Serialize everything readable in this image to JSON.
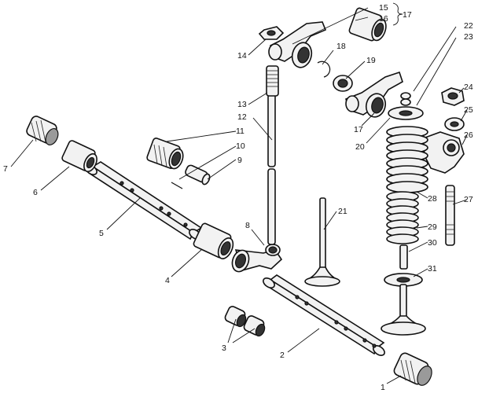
{
  "labels": [
    {
      "id": "1",
      "text": "1"
    },
    {
      "id": "2",
      "text": "2"
    },
    {
      "id": "3",
      "text": "3"
    },
    {
      "id": "4",
      "text": "4"
    },
    {
      "id": "5",
      "text": "5"
    },
    {
      "id": "6",
      "text": "6"
    },
    {
      "id": "7",
      "text": "7"
    },
    {
      "id": "8",
      "text": "8"
    },
    {
      "id": "9",
      "text": "9"
    },
    {
      "id": "10",
      "text": "10"
    },
    {
      "id": "11",
      "text": "11"
    },
    {
      "id": "12",
      "text": "12"
    },
    {
      "id": "13",
      "text": "13"
    },
    {
      "id": "14",
      "text": "14"
    },
    {
      "id": "15",
      "text": "15"
    },
    {
      "id": "16",
      "text": "16"
    },
    {
      "id": "17a",
      "text": "17"
    },
    {
      "id": "17b",
      "text": "17"
    },
    {
      "id": "18",
      "text": "18"
    },
    {
      "id": "19",
      "text": "19"
    },
    {
      "id": "20",
      "text": "20"
    },
    {
      "id": "21",
      "text": "21"
    },
    {
      "id": "22",
      "text": "22"
    },
    {
      "id": "23",
      "text": "23"
    },
    {
      "id": "24",
      "text": "24"
    },
    {
      "id": "25",
      "text": "25"
    },
    {
      "id": "26",
      "text": "26"
    },
    {
      "id": "27",
      "text": "27"
    },
    {
      "id": "28",
      "text": "28"
    },
    {
      "id": "29",
      "text": "29"
    },
    {
      "id": "30",
      "text": "30"
    },
    {
      "id": "31",
      "text": "31"
    }
  ]
}
